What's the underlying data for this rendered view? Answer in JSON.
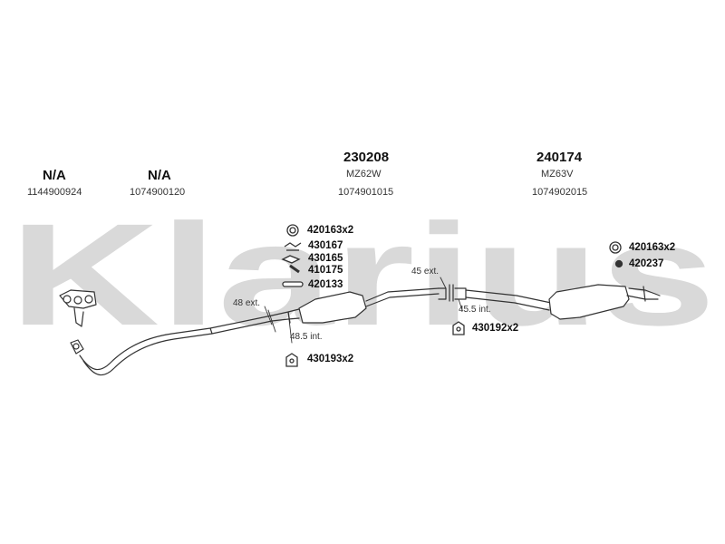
{
  "watermark": {
    "text": "Klarius",
    "color": "#d9d9d9"
  },
  "groups": [
    {
      "title": "N/A",
      "model": "",
      "number": "1144900924"
    },
    {
      "title": "N/A",
      "model": "",
      "number": "1074900120"
    },
    {
      "title": "230208",
      "model": "MZ62W",
      "number": "1074901015"
    },
    {
      "title": "240174",
      "model": "MZ63V",
      "number": "1074902015"
    }
  ],
  "accessories": {
    "mid": [
      "420163x2",
      "430167",
      "430165",
      "410175",
      "420133"
    ],
    "rear": [
      "420163x2",
      "420237"
    ],
    "hanger_mid": "430193x2",
    "hanger_rear": "430192x2"
  },
  "dimensions": {
    "d48ext": "48 ext.",
    "d485int": "48.5 int.",
    "d45ext": "45 ext.",
    "d455int": "45.5 int."
  }
}
